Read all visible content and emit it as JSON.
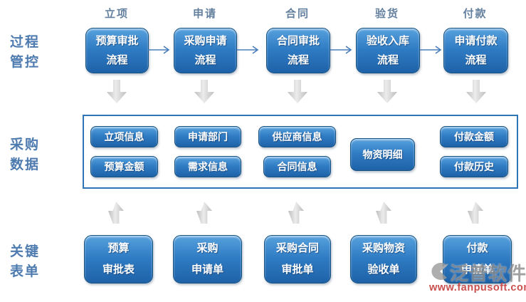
{
  "stage_headers": [
    "立项",
    "申请",
    "合同",
    "验货",
    "付款"
  ],
  "row_labels": {
    "process": [
      "过程",
      "管控"
    ],
    "data": [
      "采购",
      "数据"
    ],
    "forms": [
      "关键",
      "表单"
    ]
  },
  "process_boxes": [
    {
      "line1": "预算审批",
      "line2": "流程"
    },
    {
      "line1": "采购申请",
      "line2": "流程"
    },
    {
      "line1": "合同审批",
      "line2": "流程"
    },
    {
      "line1": "验收入库",
      "line2": "流程"
    },
    {
      "line1": "申请付款",
      "line2": "流程"
    }
  ],
  "data_boxes": {
    "col1": [
      "立项信息",
      "预算金额"
    ],
    "col2": [
      "申请部门",
      "需求信息"
    ],
    "col3": [
      "供应商信息",
      "合同信息"
    ],
    "col4": [
      "物资明细"
    ],
    "col5": [
      "付款金额",
      "付款历史"
    ]
  },
  "form_boxes": [
    {
      "line1": "预算",
      "line2": "审批表"
    },
    {
      "line1": "采购",
      "line2": "申请单"
    },
    {
      "line1": "采购合同",
      "line2": "审批单"
    },
    {
      "line1": "采购物资",
      "line2": "验收单"
    },
    {
      "line1": "付款",
      "line2": "申请单"
    }
  ],
  "watermark": {
    "brand": "泛普软件",
    "url": "www.fanpusoft.com"
  },
  "colors": {
    "box_blue_mid": "#2F7BC3",
    "panel_border": "#2E75B6",
    "label_blue": "#4E7BAF",
    "arrow_line": "#4A7EBB",
    "watermark_red": "#C9504E",
    "watermark_gray": "#8C8C8C"
  }
}
